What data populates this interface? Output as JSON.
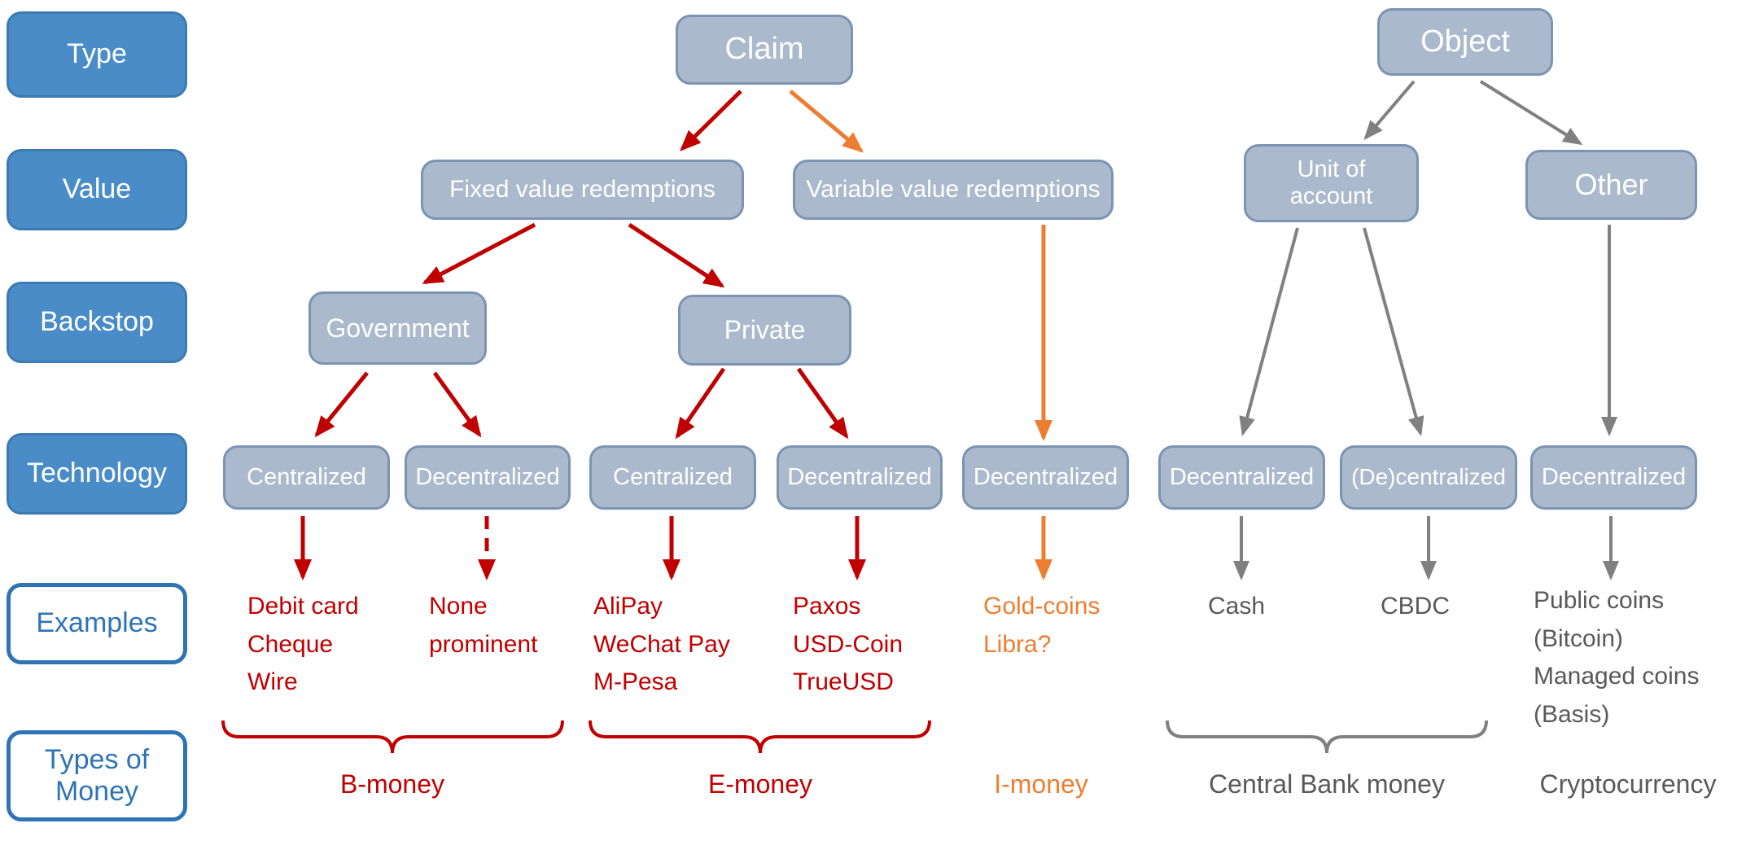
{
  "colors": {
    "blue": "#4a8cc7",
    "blue_border": "#3d7ab2",
    "blue_dark": "#2e74b5",
    "node_fill": "#aab9cc",
    "node_border": "#7b94b4",
    "red": "#c00000",
    "orange": "#ed7d31",
    "gray": "#808080",
    "gray_text": "#595959"
  },
  "rows": [
    "Type",
    "Value",
    "Backstop",
    "Technology",
    "Examples",
    "Types of\nMoney"
  ],
  "nodes": {
    "claim": "Claim",
    "object": "Object",
    "fixed_value": "Fixed value redemptions",
    "variable_value": "Variable value redemptions",
    "unit_of_account": "Unit of\naccount",
    "other": "Other",
    "government": "Government",
    "private": "Private",
    "technology": [
      "Centralized",
      "Decentralized",
      "Centralized",
      "Decentralized",
      "Decentralized",
      "Decentralized",
      "(De)centralized",
      "Decentralized"
    ]
  },
  "examples": [
    {
      "text": "Debit card\nCheque\nWire",
      "color": "red"
    },
    {
      "text": "None\nprominent",
      "color": "red"
    },
    {
      "text": "AliPay\nWeChat Pay\nM-Pesa",
      "color": "red"
    },
    {
      "text": "Paxos\nUSD-Coin\nTrueUSD",
      "color": "red"
    },
    {
      "text": "Gold-coins\nLibra?",
      "color": "orange"
    },
    {
      "text": "Cash",
      "color": "gray"
    },
    {
      "text": "CBDC",
      "color": "gray"
    },
    {
      "text": "Public coins\n(Bitcoin)\nManaged coins\n(Basis)",
      "color": "gray"
    }
  ],
  "money_types": [
    {
      "label": "B-money",
      "color": "red"
    },
    {
      "label": "E-money",
      "color": "red"
    },
    {
      "label": "I-money",
      "color": "orange"
    },
    {
      "label": "Central Bank money",
      "color": "gray"
    },
    {
      "label": "Cryptocurrency",
      "color": "gray"
    }
  ]
}
